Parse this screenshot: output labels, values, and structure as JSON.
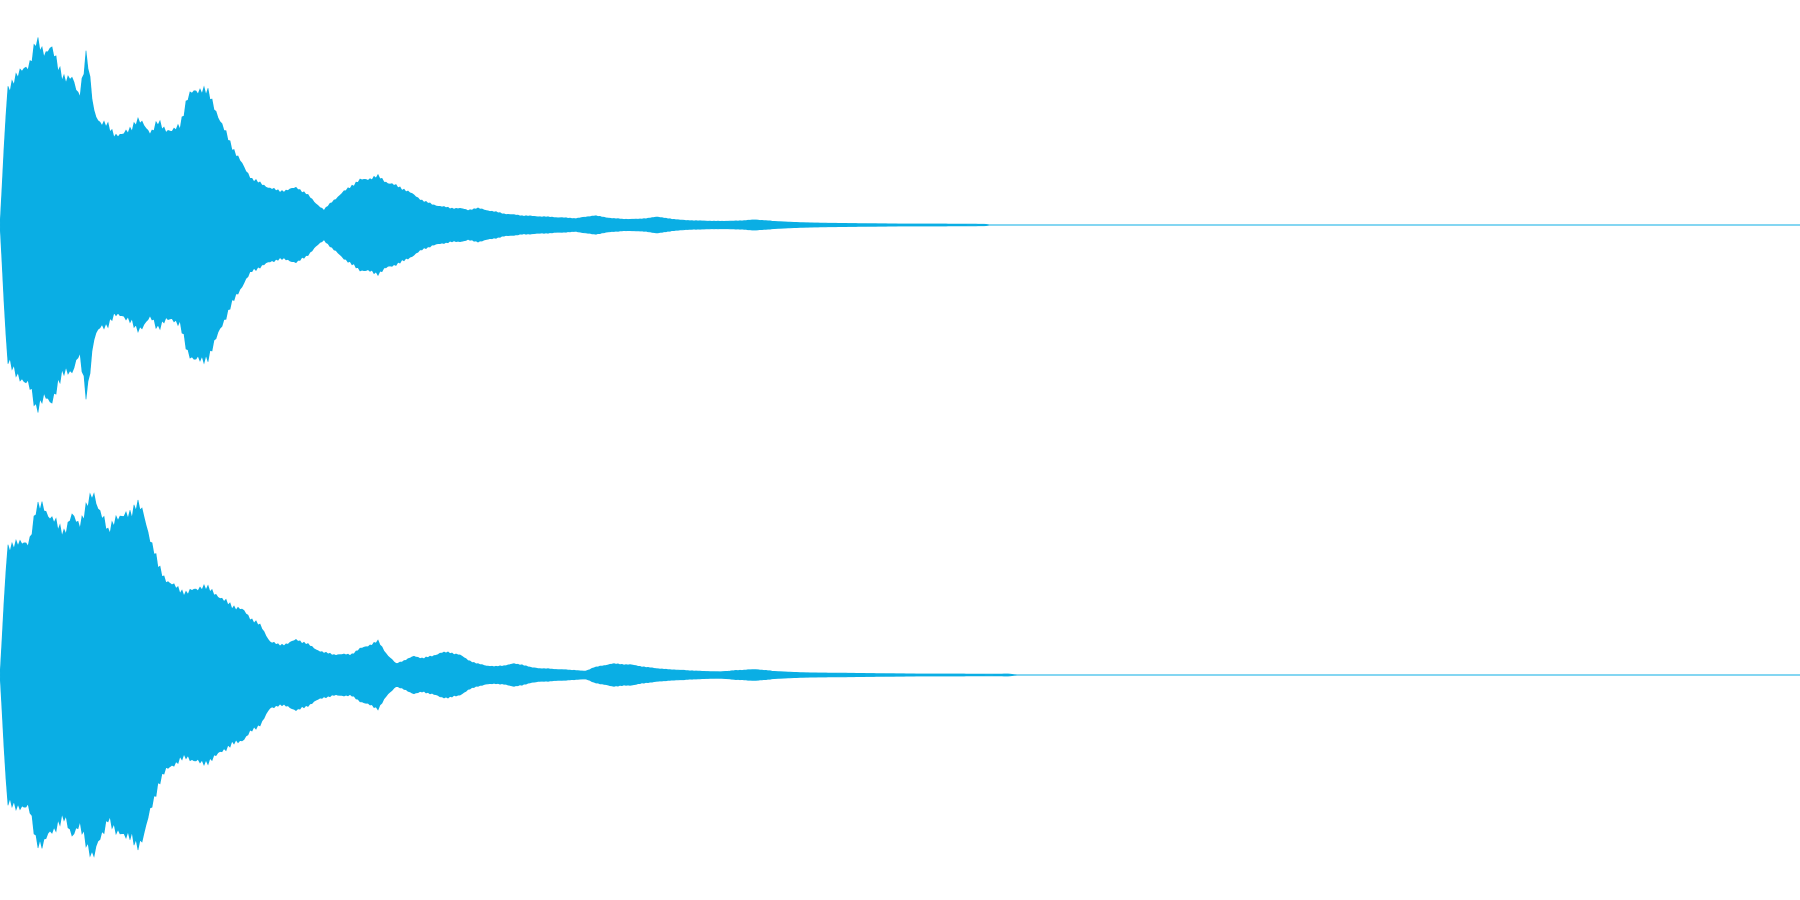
{
  "waveform": {
    "color": "#0AAEE4",
    "background": "#FFFFFF",
    "channels": [
      {
        "name": "",
        "envelope": [
          [
            0,
            0.0
          ],
          [
            0.004,
            0.72
          ],
          [
            0.008,
            0.8
          ],
          [
            0.012,
            0.82
          ],
          [
            0.016,
            0.87
          ],
          [
            0.02,
            0.98
          ],
          [
            0.024,
            0.93
          ],
          [
            0.028,
            0.97
          ],
          [
            0.032,
            0.85
          ],
          [
            0.036,
            0.8
          ],
          [
            0.04,
            0.78
          ],
          [
            0.044,
            0.7
          ],
          [
            0.048,
            0.92
          ],
          [
            0.052,
            0.62
          ],
          [
            0.056,
            0.55
          ],
          [
            0.06,
            0.53
          ],
          [
            0.064,
            0.49
          ],
          [
            0.068,
            0.48
          ],
          [
            0.072,
            0.52
          ],
          [
            0.076,
            0.56
          ],
          [
            0.08,
            0.54
          ],
          [
            0.084,
            0.5
          ],
          [
            0.088,
            0.55
          ],
          [
            0.092,
            0.52
          ],
          [
            0.096,
            0.5
          ],
          [
            0.1,
            0.54
          ],
          [
            0.104,
            0.68
          ],
          [
            0.108,
            0.72
          ],
          [
            0.112,
            0.74
          ],
          [
            0.116,
            0.7
          ],
          [
            0.12,
            0.62
          ],
          [
            0.124,
            0.52
          ],
          [
            0.128,
            0.44
          ],
          [
            0.132,
            0.37
          ],
          [
            0.136,
            0.3
          ],
          [
            0.14,
            0.25
          ],
          [
            0.145,
            0.22
          ],
          [
            0.15,
            0.2
          ],
          [
            0.155,
            0.18
          ],
          [
            0.16,
            0.19
          ],
          [
            0.165,
            0.2
          ],
          [
            0.17,
            0.17
          ],
          [
            0.175,
            0.12
          ],
          [
            0.18,
            0.08
          ],
          [
            0.185,
            0.13
          ],
          [
            0.19,
            0.17
          ],
          [
            0.195,
            0.21
          ],
          [
            0.2,
            0.24
          ],
          [
            0.205,
            0.25
          ],
          [
            0.21,
            0.26
          ],
          [
            0.215,
            0.23
          ],
          [
            0.22,
            0.21
          ],
          [
            0.225,
            0.19
          ],
          [
            0.23,
            0.16
          ],
          [
            0.235,
            0.13
          ],
          [
            0.24,
            0.11
          ],
          [
            0.245,
            0.1
          ],
          [
            0.25,
            0.09
          ],
          [
            0.255,
            0.09
          ],
          [
            0.26,
            0.08
          ],
          [
            0.265,
            0.09
          ],
          [
            0.27,
            0.08
          ],
          [
            0.275,
            0.07
          ],
          [
            0.28,
            0.06
          ],
          [
            0.285,
            0.055
          ],
          [
            0.29,
            0.05
          ],
          [
            0.3,
            0.045
          ],
          [
            0.31,
            0.04
          ],
          [
            0.32,
            0.035
          ],
          [
            0.33,
            0.05
          ],
          [
            0.34,
            0.035
          ],
          [
            0.35,
            0.03
          ],
          [
            0.36,
            0.035
          ],
          [
            0.365,
            0.045
          ],
          [
            0.37,
            0.035
          ],
          [
            0.38,
            0.025
          ],
          [
            0.39,
            0.022
          ],
          [
            0.4,
            0.02
          ],
          [
            0.41,
            0.022
          ],
          [
            0.42,
            0.028
          ],
          [
            0.43,
            0.02
          ],
          [
            0.44,
            0.015
          ],
          [
            0.45,
            0.012
          ],
          [
            0.46,
            0.01
          ],
          [
            0.48,
            0.008
          ],
          [
            0.5,
            0.006
          ],
          [
            0.52,
            0.006
          ],
          [
            0.54,
            0.005
          ],
          [
            0.548,
            0.004
          ],
          [
            0.55,
            0.0
          ],
          [
            1.0,
            0.0
          ]
        ]
      },
      {
        "name": "",
        "envelope": [
          [
            0,
            0.0
          ],
          [
            0.004,
            0.68
          ],
          [
            0.008,
            0.72
          ],
          [
            0.012,
            0.7
          ],
          [
            0.016,
            0.72
          ],
          [
            0.02,
            0.88
          ],
          [
            0.024,
            0.92
          ],
          [
            0.028,
            0.85
          ],
          [
            0.032,
            0.8
          ],
          [
            0.036,
            0.78
          ],
          [
            0.04,
            0.85
          ],
          [
            0.044,
            0.82
          ],
          [
            0.048,
            0.9
          ],
          [
            0.052,
            0.98
          ],
          [
            0.056,
            0.88
          ],
          [
            0.06,
            0.76
          ],
          [
            0.064,
            0.86
          ],
          [
            0.068,
            0.84
          ],
          [
            0.072,
            0.88
          ],
          [
            0.076,
            0.92
          ],
          [
            0.08,
            0.86
          ],
          [
            0.084,
            0.72
          ],
          [
            0.088,
            0.58
          ],
          [
            0.092,
            0.52
          ],
          [
            0.096,
            0.48
          ],
          [
            0.1,
            0.46
          ],
          [
            0.104,
            0.44
          ],
          [
            0.108,
            0.46
          ],
          [
            0.112,
            0.48
          ],
          [
            0.116,
            0.46
          ],
          [
            0.12,
            0.44
          ],
          [
            0.124,
            0.4
          ],
          [
            0.128,
            0.38
          ],
          [
            0.132,
            0.36
          ],
          [
            0.136,
            0.34
          ],
          [
            0.14,
            0.3
          ],
          [
            0.145,
            0.26
          ],
          [
            0.15,
            0.18
          ],
          [
            0.155,
            0.16
          ],
          [
            0.16,
            0.17
          ],
          [
            0.165,
            0.19
          ],
          [
            0.17,
            0.17
          ],
          [
            0.175,
            0.14
          ],
          [
            0.18,
            0.12
          ],
          [
            0.185,
            0.11
          ],
          [
            0.19,
            0.11
          ],
          [
            0.195,
            0.11
          ],
          [
            0.2,
            0.14
          ],
          [
            0.205,
            0.16
          ],
          [
            0.21,
            0.18
          ],
          [
            0.215,
            0.11
          ],
          [
            0.22,
            0.06
          ],
          [
            0.225,
            0.08
          ],
          [
            0.23,
            0.1
          ],
          [
            0.235,
            0.09
          ],
          [
            0.24,
            0.1
          ],
          [
            0.245,
            0.12
          ],
          [
            0.25,
            0.12
          ],
          [
            0.255,
            0.11
          ],
          [
            0.26,
            0.08
          ],
          [
            0.265,
            0.06
          ],
          [
            0.27,
            0.05
          ],
          [
            0.275,
            0.045
          ],
          [
            0.28,
            0.05
          ],
          [
            0.285,
            0.06
          ],
          [
            0.29,
            0.055
          ],
          [
            0.295,
            0.04
          ],
          [
            0.3,
            0.035
          ],
          [
            0.31,
            0.03
          ],
          [
            0.32,
            0.025
          ],
          [
            0.325,
            0.02
          ],
          [
            0.33,
            0.04
          ],
          [
            0.34,
            0.06
          ],
          [
            0.35,
            0.055
          ],
          [
            0.36,
            0.04
          ],
          [
            0.37,
            0.03
          ],
          [
            0.38,
            0.025
          ],
          [
            0.39,
            0.02
          ],
          [
            0.4,
            0.018
          ],
          [
            0.41,
            0.025
          ],
          [
            0.42,
            0.03
          ],
          [
            0.43,
            0.02
          ],
          [
            0.44,
            0.015
          ],
          [
            0.45,
            0.012
          ],
          [
            0.47,
            0.01
          ],
          [
            0.49,
            0.008
          ],
          [
            0.51,
            0.006
          ],
          [
            0.53,
            0.006
          ],
          [
            0.55,
            0.005
          ],
          [
            0.56,
            0.006
          ],
          [
            0.566,
            0.0
          ],
          [
            1.0,
            0.0
          ]
        ]
      }
    ]
  }
}
